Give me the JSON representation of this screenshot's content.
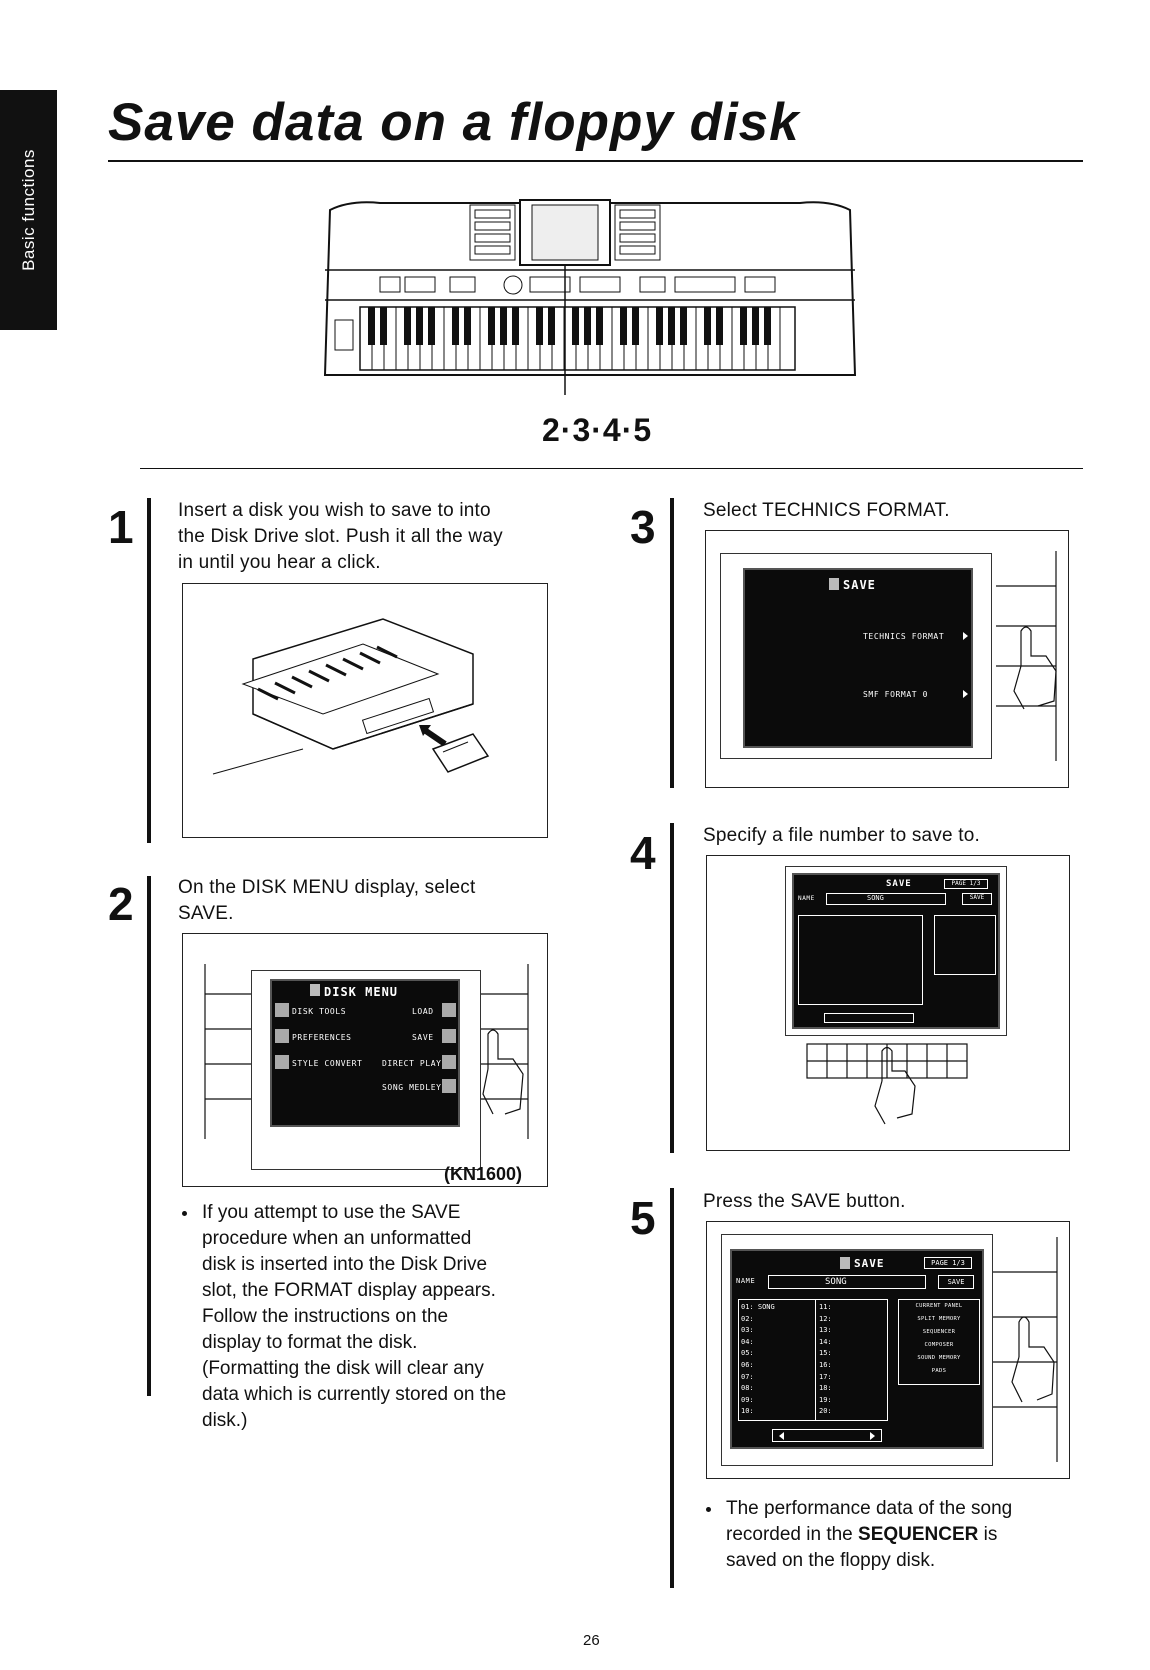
{
  "side_tab": "Basic functions",
  "title": "Save data on a floppy disk",
  "keyboard_callout": "2·3·4·5",
  "steps": [
    {
      "number": "1",
      "text": [
        "Insert a disk you wish to save to into",
        "the Disk Drive slot. Push it all the way",
        "in until you hear a click."
      ]
    },
    {
      "number": "2",
      "text": [
        "On the DISK MENU display, select",
        "SAVE."
      ]
    },
    {
      "number": "3",
      "text": [
        "Select TECHNICS FORMAT."
      ]
    },
    {
      "number": "4",
      "text": [
        "Specify a file number to save to."
      ]
    },
    {
      "number": "5",
      "text": [
        "Press the SAVE button."
      ]
    }
  ],
  "disk_menu_screen": {
    "title": "DISK MENU",
    "items": [
      "DISK TOOLS",
      "LOAD",
      "PREFERENCES",
      "SAVE",
      "STYLE CONVERT",
      "DIRECT PLAY",
      "SONG MEDLEY"
    ]
  },
  "model_label": "(KN1600)",
  "format_screen": {
    "title": "SAVE",
    "options": [
      "TECHNICS FORMAT",
      "SMF FORMAT 0"
    ]
  },
  "save_screen": {
    "title": "SAVE",
    "page": "PAGE 1/3",
    "name_label": "NAME",
    "song_field": "SONG",
    "save_button": "SAVE",
    "col1": [
      "01: SONG",
      "02:",
      "03:",
      "04:",
      "05:",
      "06:",
      "07:",
      "08:",
      "09:",
      "10:"
    ],
    "col2": [
      "11:",
      "12:",
      "13:",
      "14:",
      "15:",
      "16:",
      "17:",
      "18:",
      "19:",
      "20:"
    ],
    "right_panel": [
      "CURRENT PANEL",
      "SPLIT MEMORY",
      "SEQUENCER",
      "COMPOSER",
      "SOUND MEMORY",
      "PADS"
    ]
  },
  "note_step2": [
    "If you attempt to use the SAVE",
    "procedure when an unformatted",
    "disk is inserted into the Disk Drive",
    "slot, the FORMAT display appears.",
    "Follow the instructions on the",
    "display to format the disk.",
    "(Formatting the disk will clear any",
    "data which is currently stored on the",
    "disk.)"
  ],
  "note_step5": {
    "line1": "The performance data of the song",
    "line2_pre": "recorded in the ",
    "line2_bold": "SEQUENCER",
    "line2_post": " is",
    "line3": "saved on the floppy disk."
  },
  "page_number": "26"
}
